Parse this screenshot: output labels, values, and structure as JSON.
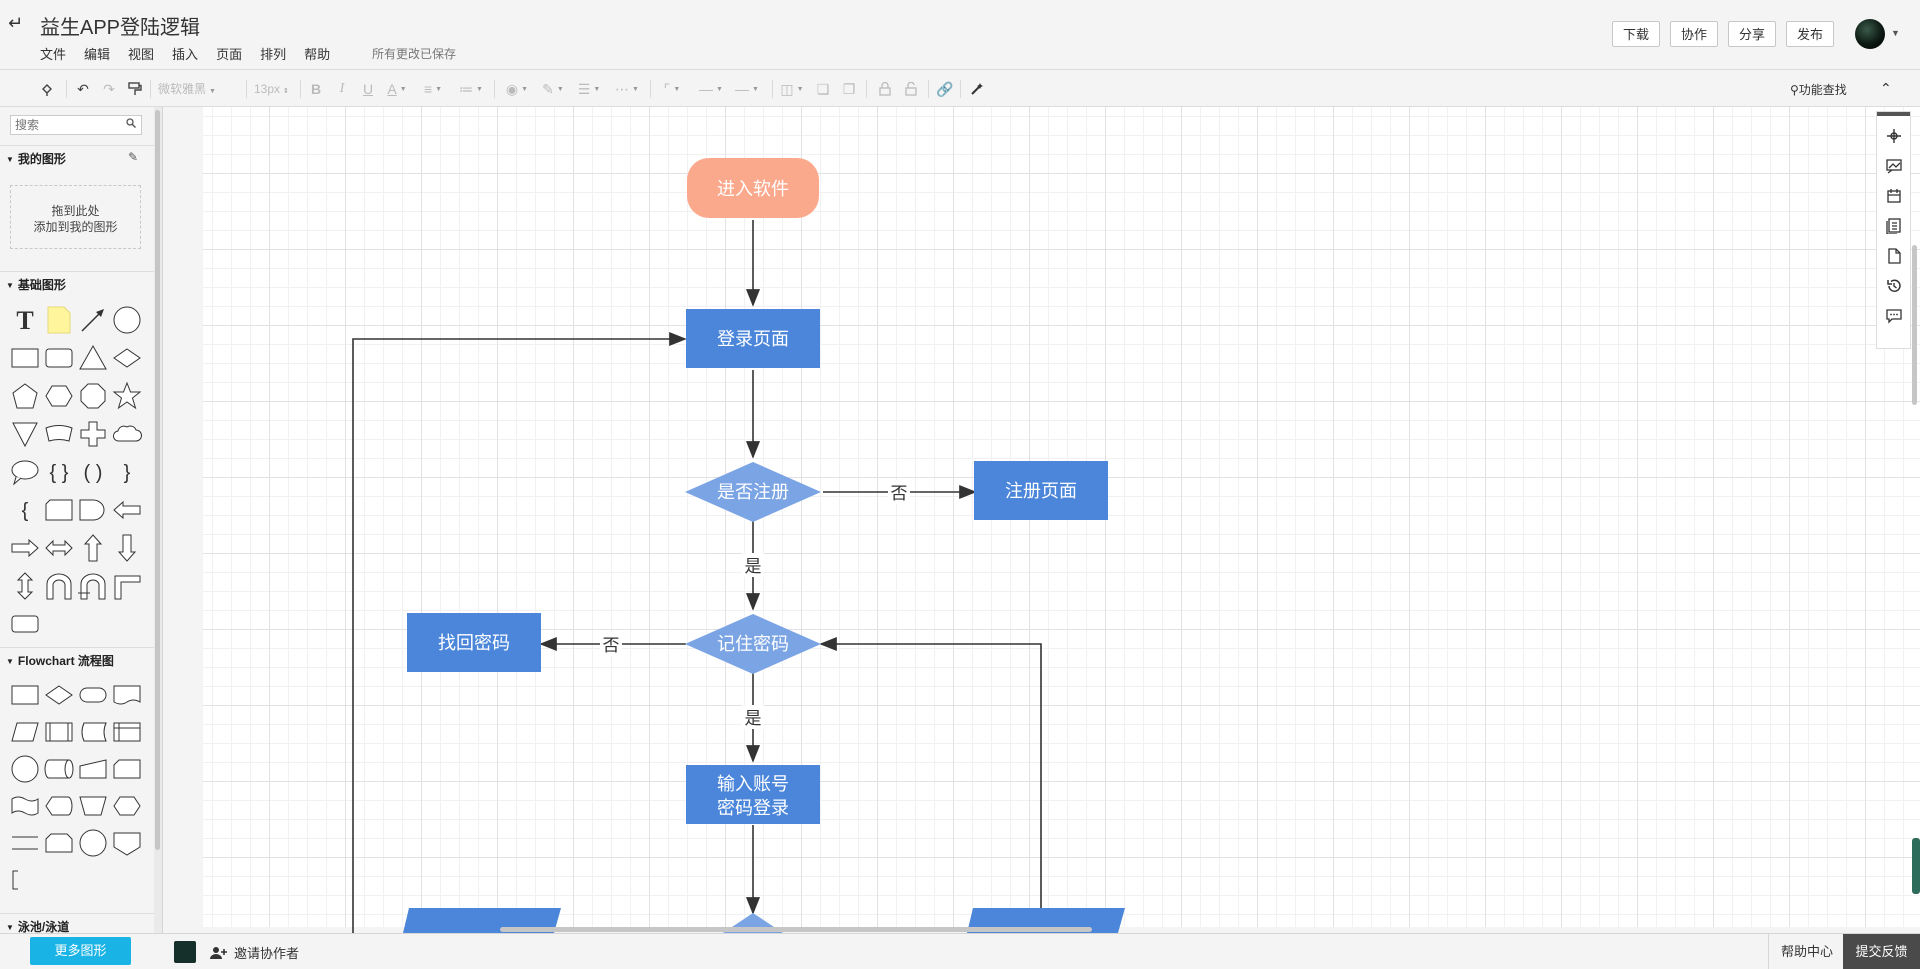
{
  "header": {
    "back_icon": "arrow-left-icon",
    "title": "益生APP登陆逻辑",
    "menu": [
      "文件",
      "编辑",
      "视图",
      "插入",
      "页面",
      "排列",
      "帮助"
    ],
    "save_status": "所有更改已保存",
    "buttons": {
      "download": "下载",
      "collaborate": "协作",
      "share": "分享",
      "publish": "发布"
    }
  },
  "toolbar": {
    "font_family": "微软雅黑",
    "font_size": "13px",
    "find_function": "功能查找"
  },
  "sidebar": {
    "search_placeholder": "搜索",
    "sections": {
      "mine": "我的图形",
      "basic": "基础图形",
      "flowchart": "Flowchart 流程图",
      "swimlane": "泳池/泳道"
    },
    "drop_hint_line1": "拖到此处",
    "drop_hint_line2": "添加到我的图形",
    "more_shapes": "更多图形"
  },
  "flowchart": {
    "nodes": {
      "start": "进入软件",
      "login_page": "登录页面",
      "is_registered": "是否注册",
      "register_page": "注册页面",
      "remember_pwd": "记住密码",
      "find_pwd": "找回密码",
      "input_line1": "输入账号",
      "input_line2": "密码登录"
    },
    "edge_labels": {
      "no_register": "否",
      "yes_register": "是",
      "no_remember": "否",
      "yes_remember": "是"
    },
    "colors": {
      "start": "#fba98d",
      "process": "#4b86da",
      "decision": "#7ba4e4",
      "edge": "#333333"
    }
  },
  "statusbar": {
    "invite": "邀请协作者",
    "help_center": "帮助中心",
    "feedback": "提交反馈"
  }
}
